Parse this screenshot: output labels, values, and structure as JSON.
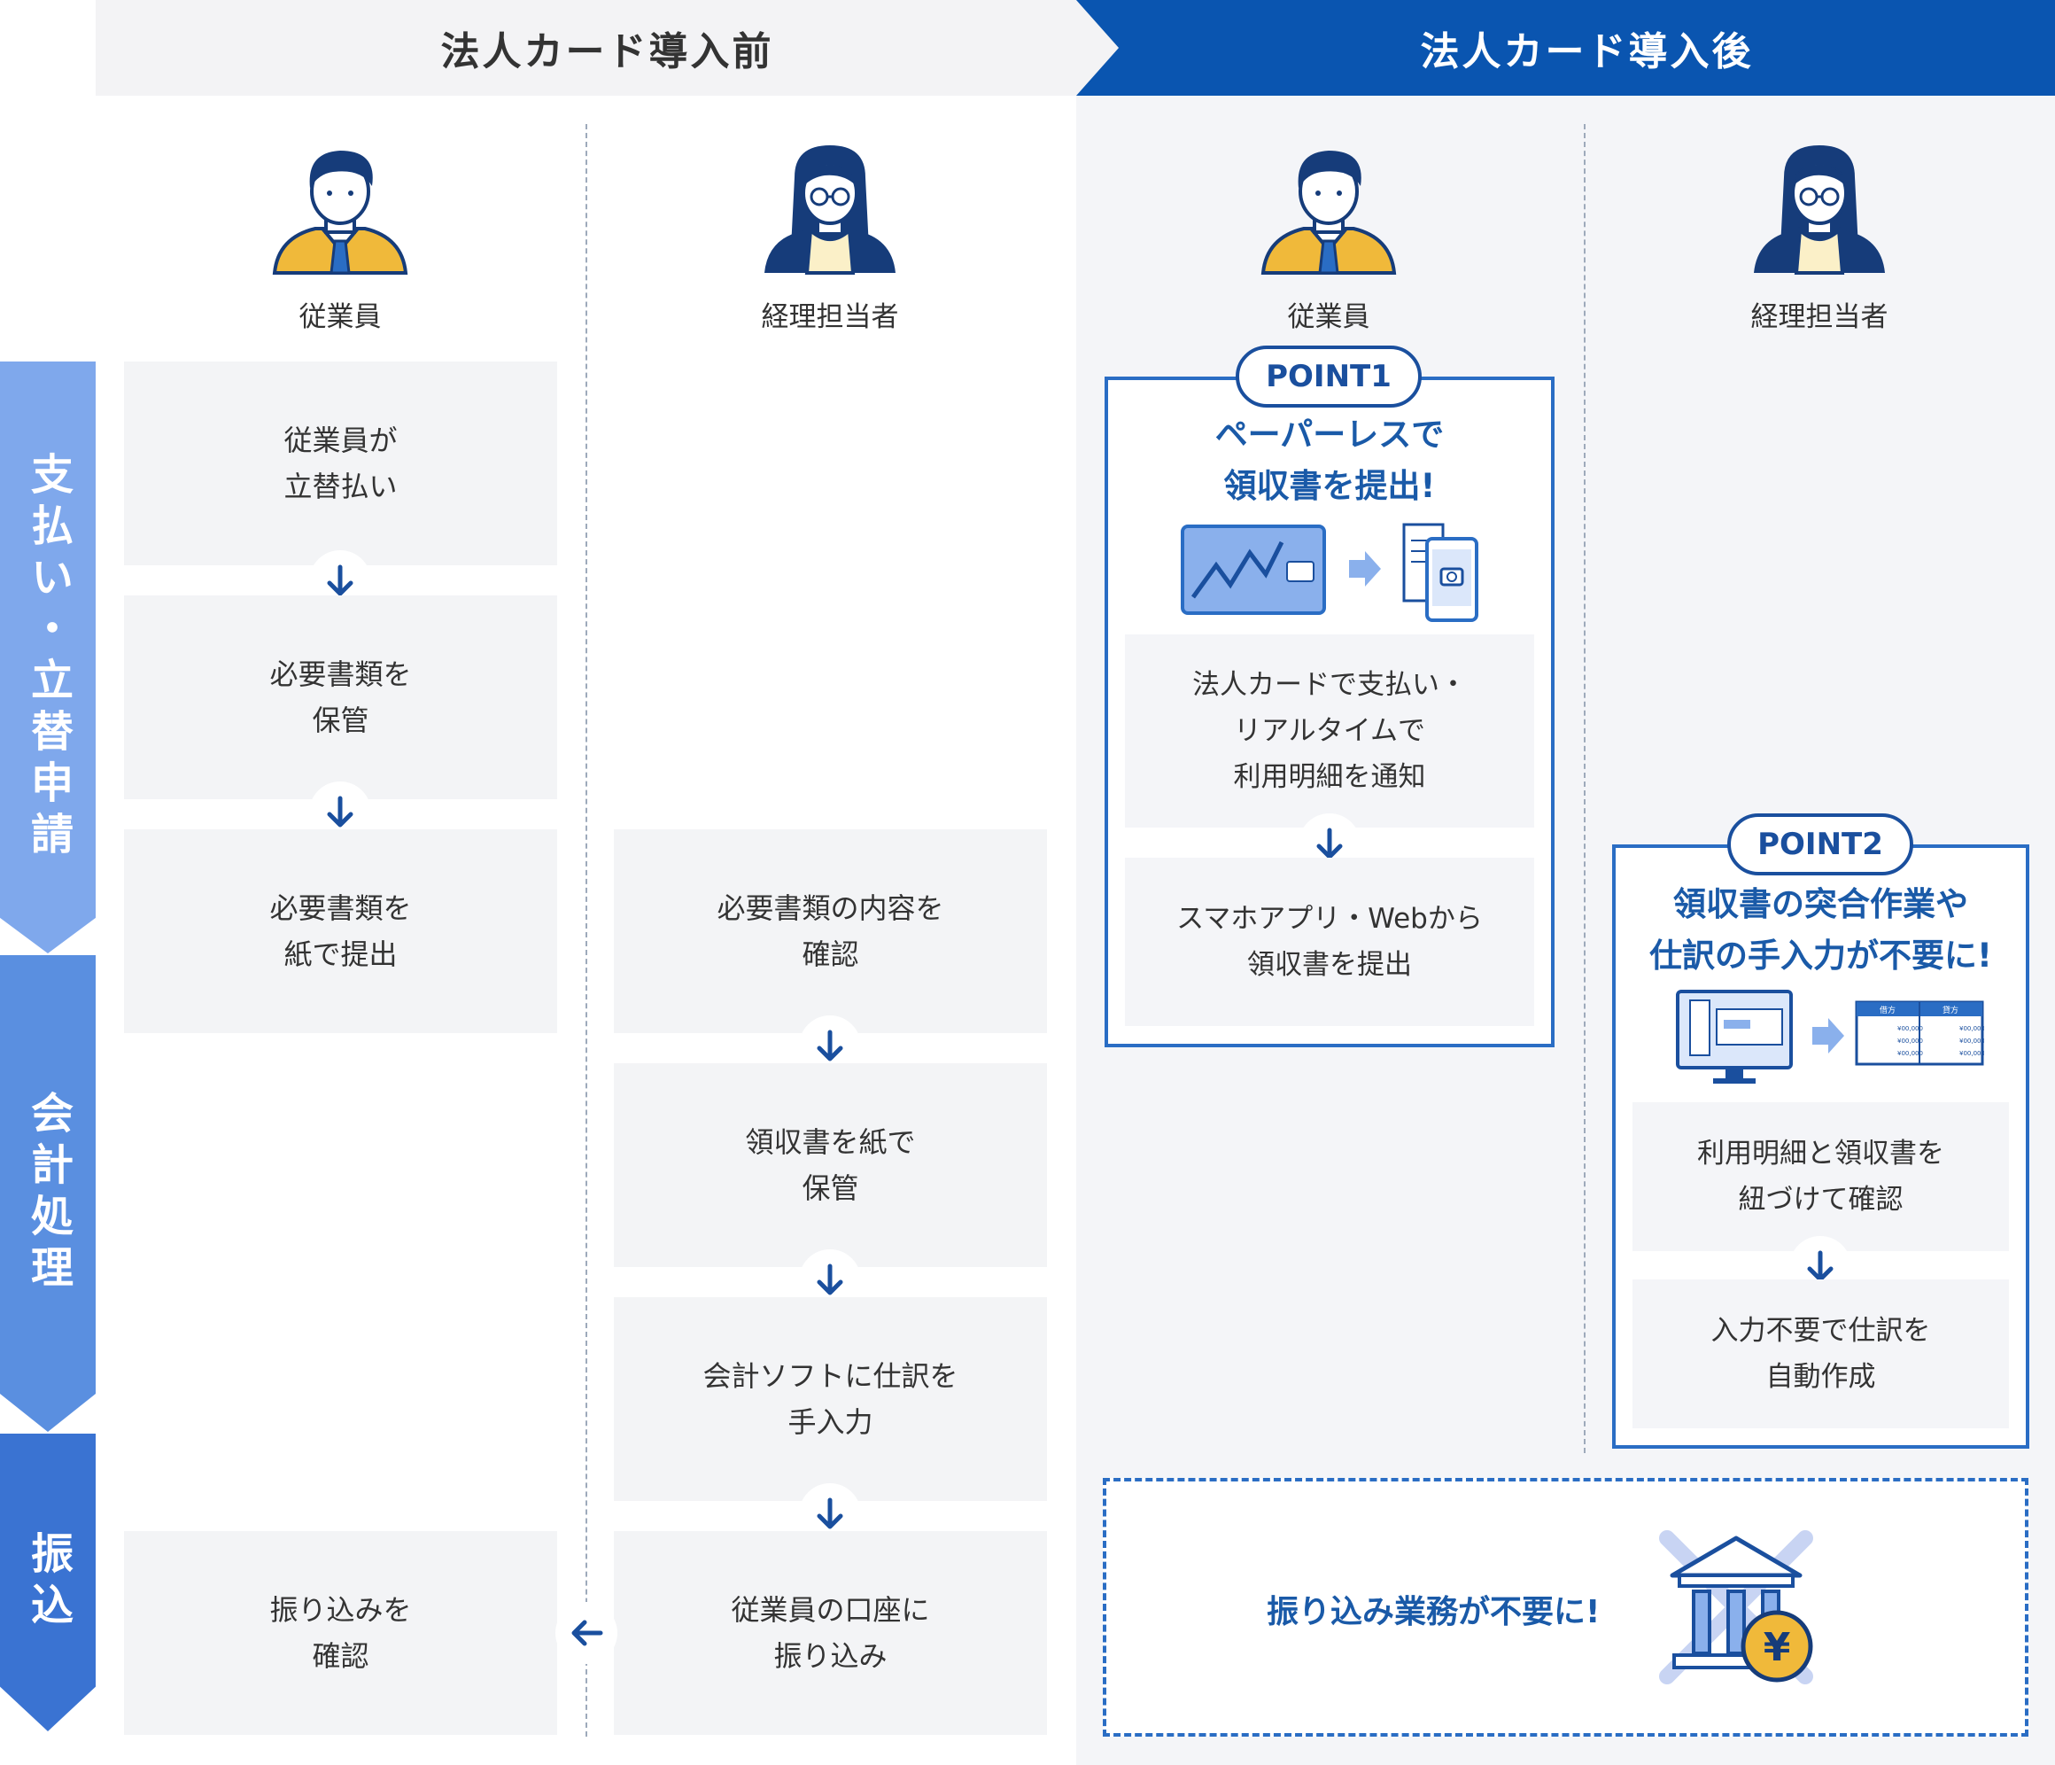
{
  "header": {
    "before": "法人カード導入前",
    "after": "法人カード導入後"
  },
  "before": {
    "employee_label": "従業員",
    "accountant_label": "経理担当者",
    "employee_cards": [
      "従業員が\n立替払い",
      "必要書類を\n保管",
      "必要書類を\n紙で提出"
    ],
    "accountant_cards": [
      "必要書類の内容を\n確認",
      "領収書を紙で\n保管",
      "会計ソフトに仕訳を\n手入力",
      "従業員の口座に\n振り込み"
    ],
    "transfer_confirm": "振り込みを\n確認"
  },
  "after": {
    "employee_label": "従業員",
    "accountant_label": "経理担当者",
    "point1": {
      "badge": "POINT1",
      "title": "ペーパーレスで\n領収書を提出!",
      "steps": [
        "法人カードで支払い・\nリアルタイムで\n利用明細を通知",
        "スマホアプリ・Webから\n領収書を提出"
      ]
    },
    "point2": {
      "badge": "POINT2",
      "title": "領収書の突合作業や\n仕訳の手入力が不要に!",
      "steps": [
        "利用明細と領収書を\n紐づけて確認",
        "入力不要で仕訳を\n自動作成"
      ],
      "ledger_headers": [
        "借方",
        "貸方"
      ],
      "ledger_amount": "¥00,000"
    },
    "transfer_text": "振り込み業務が不要に!",
    "yen_symbol": "¥"
  },
  "phases": [
    {
      "label": "支払い・立替申請",
      "color": "#7fa8ec"
    },
    {
      "label": "会計処理",
      "color": "#5a8fe0"
    },
    {
      "label": "振込",
      "color": "#3a73d2"
    }
  ],
  "colors": {
    "brand": "#0a55b0",
    "arrow": "#1a4f9e",
    "card": "#f3f4f6",
    "suit_yellow": "#f0b93a",
    "suit_navy": "#163c7a"
  }
}
